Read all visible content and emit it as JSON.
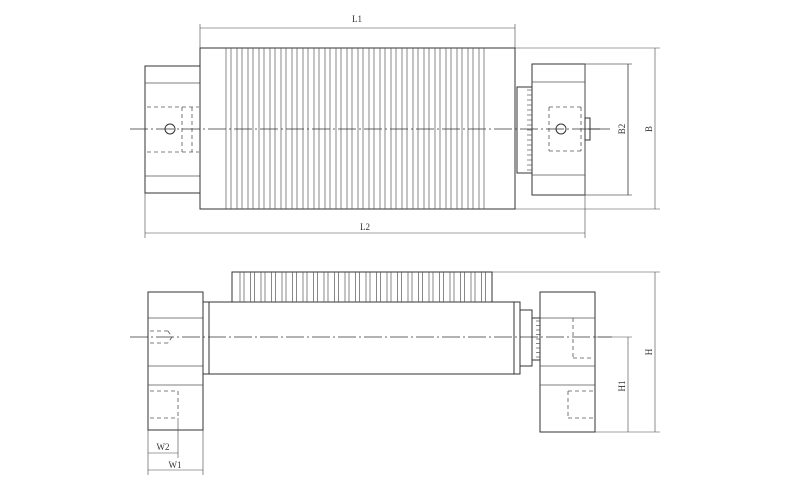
{
  "diagram": {
    "top_view": {
      "dimensions": {
        "L1": "L1",
        "L2": "L2",
        "B2": "B2",
        "B": "B"
      }
    },
    "front_view": {
      "dimensions": {
        "H": "H",
        "H1": "H1",
        "W1": "W1",
        "W2": "W2"
      }
    }
  }
}
